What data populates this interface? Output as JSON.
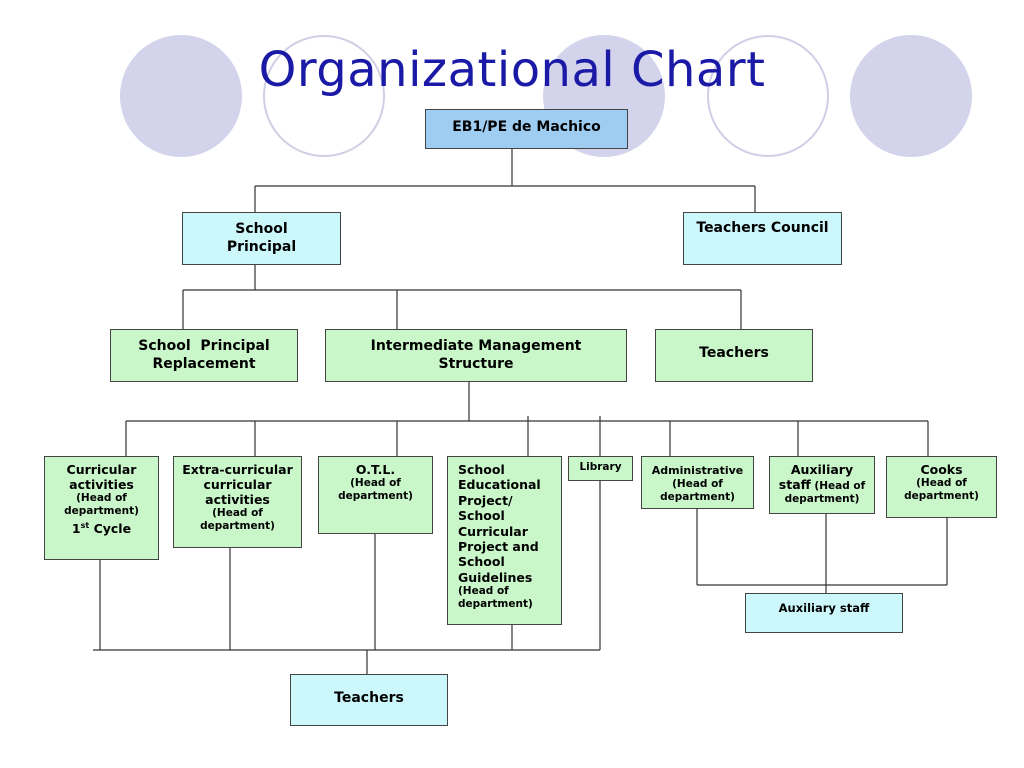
{
  "title": "Organizational Chart",
  "colors": {
    "title": "#1a1aa6",
    "top_box": "#9fcdf2",
    "level_box": "#ccf8fb",
    "unit_box": "#c9f7c9",
    "circle": "#d3d3eb",
    "line": "#333333"
  },
  "root": "EB1/PE de Machico",
  "level1": {
    "principal": [
      "School",
      "Principal"
    ],
    "council": "Teachers Council"
  },
  "level2": {
    "replacement": [
      "School  Principal",
      "Replacement"
    ],
    "ims": [
      "Intermediate Management",
      "Structure"
    ],
    "teachers": "Teachers"
  },
  "departments": {
    "curricular": {
      "main": [
        "Curricular",
        "activities"
      ],
      "sub": [
        "(Head of",
        "department)"
      ],
      "extra_pre": "1",
      "extra_sup": "st",
      "extra_post": " Cycle"
    },
    "extracurricular": {
      "main": [
        "Extra-curricular",
        "curricular",
        "activities"
      ],
      "sub": [
        "(Head of",
        "department)"
      ]
    },
    "otl": {
      "main": "O.T.L.",
      "sub": [
        "(Head of",
        "department)"
      ]
    },
    "sep": {
      "main": [
        "School",
        "Educational",
        "Project/",
        "School",
        "Curricular",
        "Project and",
        "School",
        "Guidelines"
      ],
      "sub": [
        "(Head of",
        "department)"
      ]
    },
    "library": "Library",
    "administrative": {
      "main": "Administrative",
      "sub": [
        "(Head of",
        "department)"
      ]
    },
    "auxiliary": {
      "main": "Auxiliary",
      "line2_pre": "staff",
      "line2_post": " (Head of",
      "sub": "department)"
    },
    "cooks": {
      "main": "Cooks",
      "sub": [
        "(Head of",
        "department)"
      ]
    }
  },
  "bottom": {
    "teachers": "Teachers",
    "auxiliary_staff": "Auxiliary staff"
  }
}
